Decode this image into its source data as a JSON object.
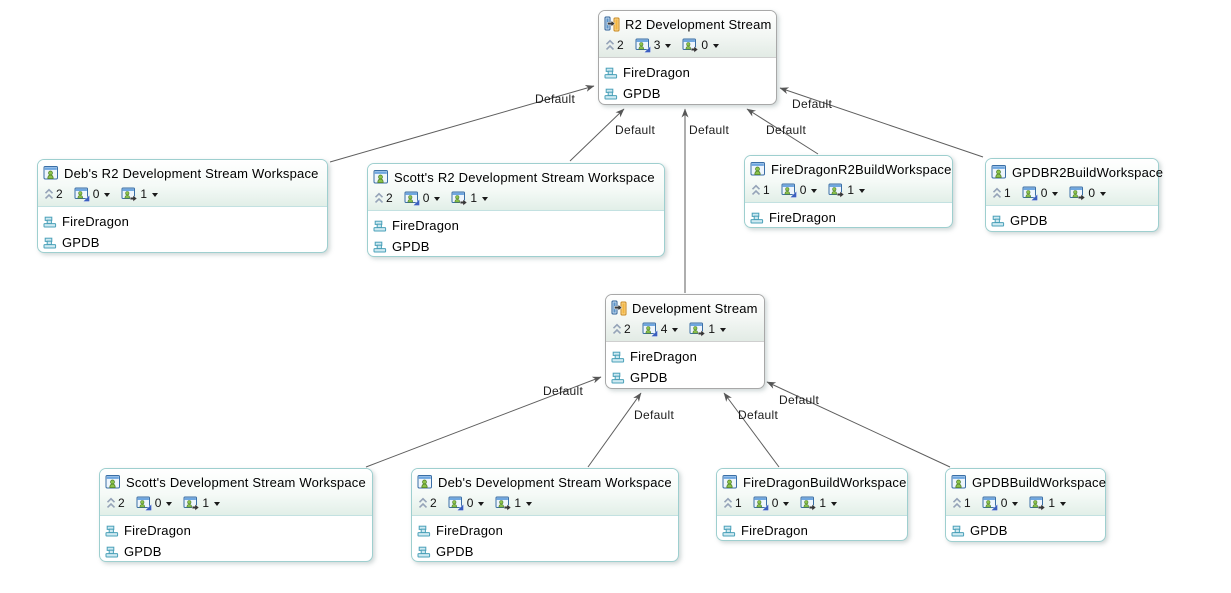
{
  "diagram": {
    "nodes": [
      {
        "id": "r2-development-stream",
        "type": "stream",
        "title": "R2 Development Stream",
        "collapsed_count": "2",
        "incoming_count": "3",
        "outgoing_count": "0",
        "components": [
          "FireDragon",
          "GPDB"
        ]
      },
      {
        "id": "debs-r2-workspace",
        "type": "workspace",
        "title": "Deb's R2 Development Stream Workspace",
        "collapsed_count": "2",
        "incoming_count": "0",
        "outgoing_count": "1",
        "components": [
          "FireDragon",
          "GPDB"
        ]
      },
      {
        "id": "scotts-r2-workspace",
        "type": "workspace",
        "title": "Scott's R2 Development Stream Workspace",
        "collapsed_count": "2",
        "incoming_count": "0",
        "outgoing_count": "1",
        "components": [
          "FireDragon",
          "GPDB"
        ]
      },
      {
        "id": "firedragon-r2-build-workspace",
        "type": "workspace",
        "title": "FireDragonR2BuildWorkspace",
        "collapsed_count": "1",
        "incoming_count": "0",
        "outgoing_count": "1",
        "components": [
          "FireDragon"
        ]
      },
      {
        "id": "gpdb-r2-build-workspace",
        "type": "workspace",
        "title": "GPDBR2BuildWorkspace",
        "collapsed_count": "1",
        "incoming_count": "0",
        "outgoing_count": "0",
        "components": [
          "GPDB"
        ]
      },
      {
        "id": "development-stream",
        "type": "stream",
        "title": "Development Stream",
        "collapsed_count": "2",
        "incoming_count": "4",
        "outgoing_count": "1",
        "components": [
          "FireDragon",
          "GPDB"
        ]
      },
      {
        "id": "scotts-dev-workspace",
        "type": "workspace",
        "title": "Scott's Development Stream Workspace",
        "collapsed_count": "2",
        "incoming_count": "0",
        "outgoing_count": "1",
        "components": [
          "FireDragon",
          "GPDB"
        ]
      },
      {
        "id": "debs-dev-workspace",
        "type": "workspace",
        "title": "Deb's Development Stream Workspace",
        "collapsed_count": "2",
        "incoming_count": "0",
        "outgoing_count": "1",
        "components": [
          "FireDragon",
          "GPDB"
        ]
      },
      {
        "id": "firedragon-build-workspace",
        "type": "workspace",
        "title": "FireDragonBuildWorkspace",
        "collapsed_count": "1",
        "incoming_count": "0",
        "outgoing_count": "1",
        "components": [
          "FireDragon"
        ]
      },
      {
        "id": "gpdb-build-workspace",
        "type": "workspace",
        "title": "GPDBBuildWorkspace",
        "collapsed_count": "1",
        "incoming_count": "0",
        "outgoing_count": "1",
        "components": [
          "GPDB"
        ]
      }
    ],
    "edges": [
      {
        "label": "Default",
        "from": "debs-r2-workspace",
        "to": "r2-development-stream"
      },
      {
        "label": "Default",
        "from": "scotts-r2-workspace",
        "to": "r2-development-stream"
      },
      {
        "label": "Default",
        "from": "development-stream",
        "to": "r2-development-stream"
      },
      {
        "label": "Default",
        "from": "firedragon-r2-build-workspace",
        "to": "r2-development-stream"
      },
      {
        "label": "Default",
        "from": "gpdb-r2-build-workspace",
        "to": "r2-development-stream"
      },
      {
        "label": "Default",
        "from": "scotts-dev-workspace",
        "to": "development-stream"
      },
      {
        "label": "Default",
        "from": "debs-dev-workspace",
        "to": "development-stream"
      },
      {
        "label": "Default",
        "from": "firedragon-build-workspace",
        "to": "development-stream"
      },
      {
        "label": "Default",
        "from": "gpdb-build-workspace",
        "to": "development-stream"
      }
    ],
    "icons": {
      "stream": "stream-icon",
      "workspace": "repository-workspace-icon",
      "collapse": "double-chevron-up-icon",
      "incoming": "incoming-flow-icon",
      "outgoing": "outgoing-flow-icon",
      "component": "component-icon",
      "dropdown": "dropdown-caret-icon"
    },
    "colors": {
      "workspace_border": "#9ecfcf",
      "stream_border": "#a8a8a8",
      "arrow": "#5e5e5e",
      "header_gradient_end": "#e2efe8",
      "component_fill": "#cfeaf2",
      "component_stroke": "#4aa0b8",
      "stream_bar_blue": "#2b5e96",
      "stream_bar_orange": "#c8871c",
      "person_green": "#8bc34a"
    }
  }
}
